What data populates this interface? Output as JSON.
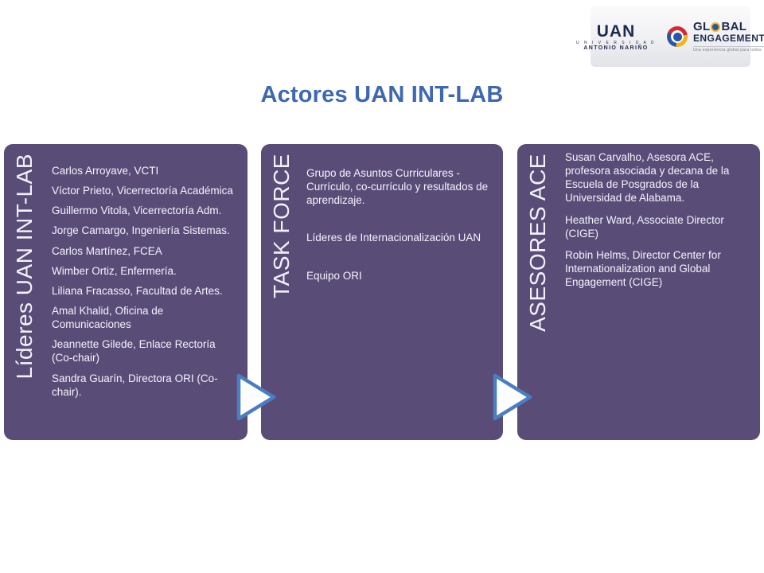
{
  "slide": {
    "title": "Actores UAN INT-LAB"
  },
  "colors": {
    "box_purple": "#594d78",
    "title_blue": "#3e68b0",
    "arrow_stroke": "#4a7ec0",
    "arrow_fill": "#fcfdff",
    "body_text": "#ffffff",
    "logo_navy": "#1c2a4d"
  },
  "logo": {
    "uan_acronym": "UAN",
    "uan_sub1": "U N I V E R S I D A D",
    "uan_sub2": "ANTONIO NARIÑO",
    "global_prefix": "GL",
    "global_suffix": "BAL",
    "engagement": "ENGAGEMENT",
    "tagline": "Una experiencia global para todos"
  },
  "boxes": [
    {
      "label": "Líderes UAN INT-LAB",
      "items": [
        "Carlos Arroyave, VCTI",
        "Víctor  Prieto, Vicerrectoría Académica",
        "Guillermo Vitola, Vicerrectoría Adm.",
        "Jorge Camargo, Ingeniería Sistemas.",
        "Carlos Martínez, FCEA",
        "Wimber Ortiz, Enfermería.",
        "Liliana Fracasso, Facultad de Artes.",
        "Amal Khalid, Oficina de Comunicaciones",
        "Jeannette Gilede, Enlace Rectoría (Co-chair)",
        "Sandra Guarín, Directora ORI (Co-chair)."
      ]
    },
    {
      "label": "TASK FORCE",
      "items": [
        "Grupo  de Asuntos Curriculares - Currículo, co-currículo y resultados de aprendizaje.",
        "Líderes de Internacionalización UAN",
        "Equipo ORI"
      ]
    },
    {
      "label": "ASESORES ACE",
      "items": [
        "Susan Carvalho, Asesora ACE, profesora asociada y decana de la Escuela de Posgrados de la Universidad de Alabama.",
        "Heather Ward,  Associate Director (CIGE)",
        "Robin Helms, Director Center for Internationalization and Global Engagement (CIGE)"
      ]
    }
  ]
}
